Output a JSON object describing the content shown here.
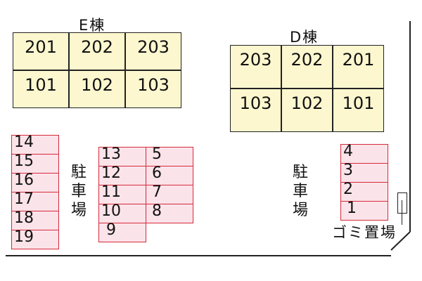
{
  "buildings": {
    "E": {
      "title": "E棟",
      "units": [
        "201",
        "202",
        "203",
        "101",
        "102",
        "103"
      ]
    },
    "D": {
      "title": "D棟",
      "units": [
        "203",
        "202",
        "201",
        "103",
        "102",
        "101"
      ]
    }
  },
  "parking": {
    "label_chars": [
      "駐",
      "車",
      "場"
    ],
    "left_column": [
      "14",
      "15",
      "16",
      "17",
      "18",
      "19"
    ],
    "middle_left": [
      "13",
      "12",
      "11",
      "10",
      "9"
    ],
    "middle_right": [
      "5",
      "6",
      "7",
      "8"
    ],
    "right_column": [
      "4",
      "3",
      "2",
      "1"
    ]
  },
  "garbage": {
    "label": "ゴミ置場"
  },
  "colors": {
    "building_fill": "#fdf7cf",
    "stall_fill": "#fbe3ea",
    "stall_border": "#d62a3a"
  }
}
